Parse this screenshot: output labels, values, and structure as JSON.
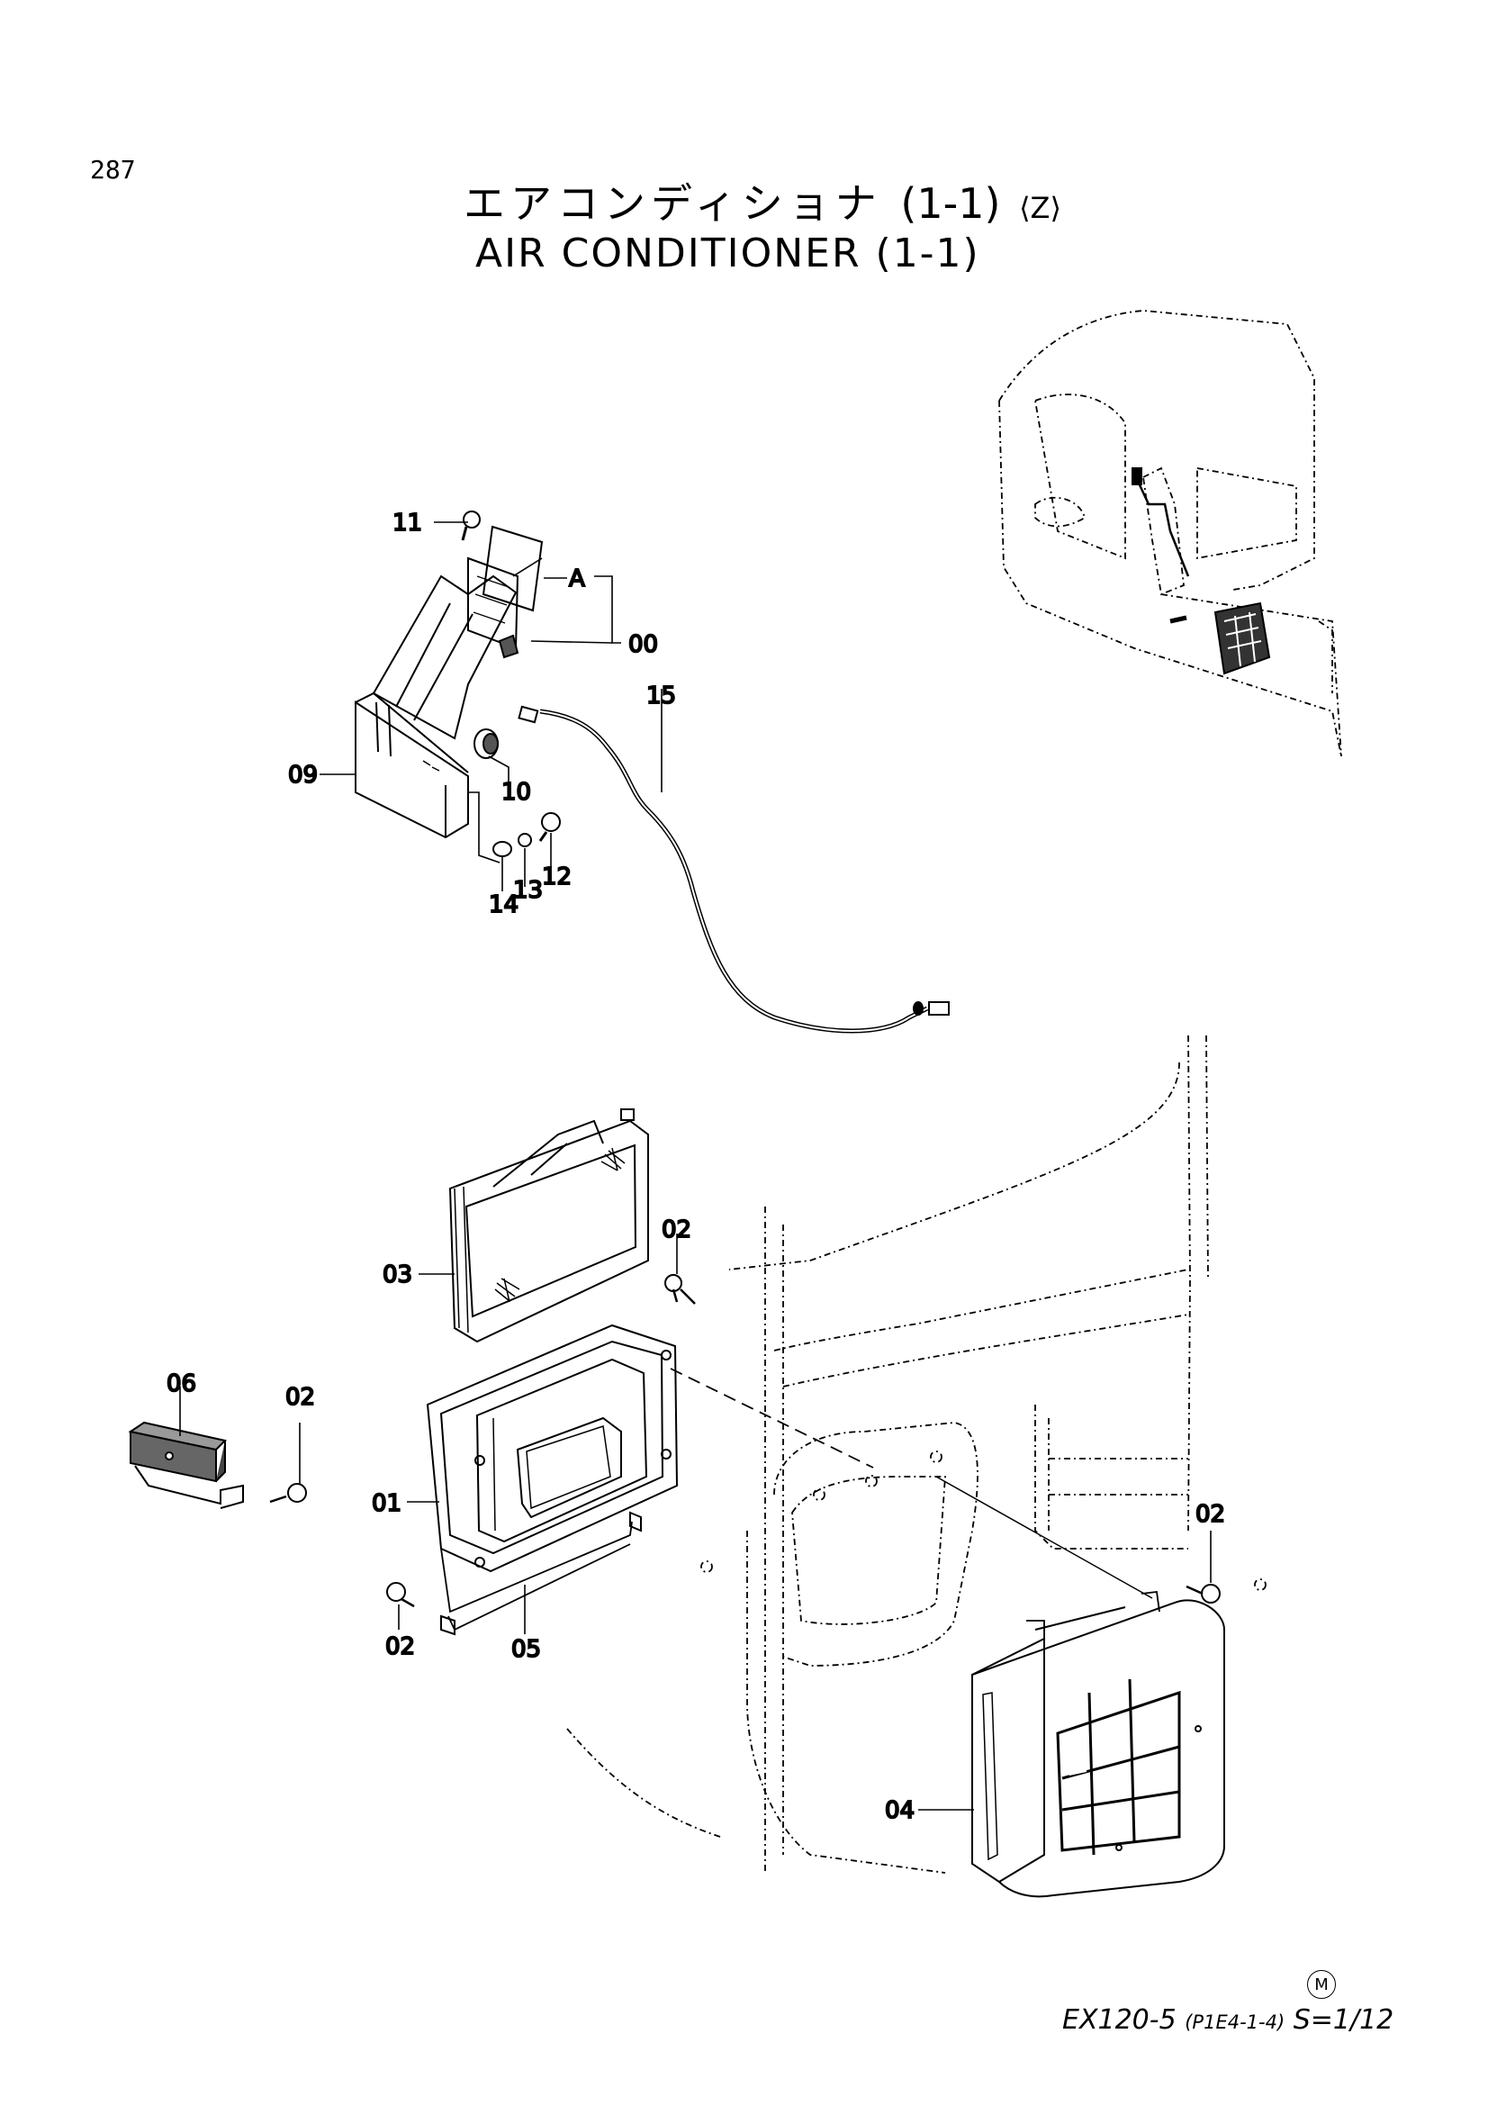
{
  "page_number": "287",
  "title": {
    "japanese": "エアコンディショナ",
    "japanese_range": "(1-1)",
    "variant": "⟨Z⟩",
    "english": "AIR CONDITIONER (1-1)"
  },
  "callouts": {
    "c00": "00",
    "cA": "A",
    "c01": "01",
    "c02a": "02",
    "c02b": "02",
    "c02c": "02",
    "c02d": "02",
    "c03": "03",
    "c04": "04",
    "c05": "05",
    "c06": "06",
    "c09": "09",
    "c10": "10",
    "c11": "11",
    "c12": "12",
    "c13": "13",
    "c14": "14",
    "c15": "15"
  },
  "footer": {
    "mark": "M",
    "model": "EX120-5",
    "code": "(P1E4-1-4)",
    "scale": "S=1/12"
  }
}
